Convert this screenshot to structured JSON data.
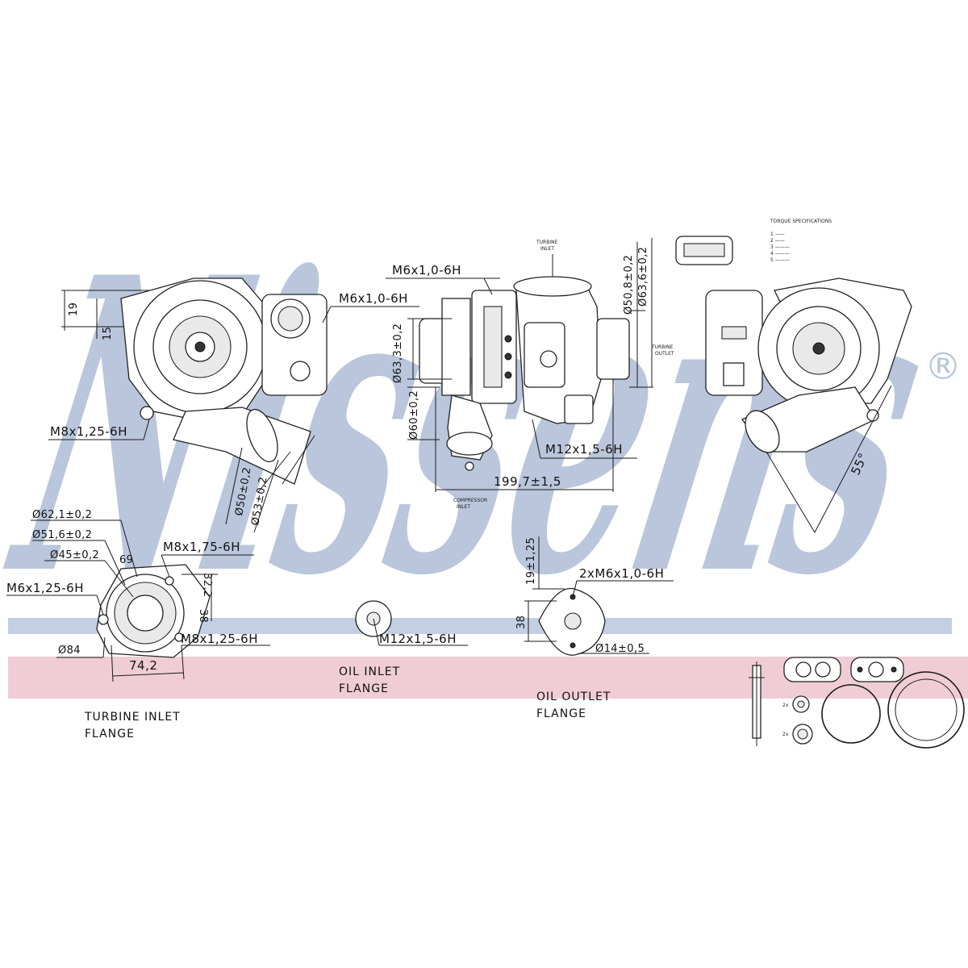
{
  "brand": {
    "logo_text": "Nissens",
    "registered_mark": "®",
    "logo_color": "#b9c6dc",
    "stripe_blue": "#c3cfe2",
    "stripe_pink": "#f0cdd4"
  },
  "top_view": {
    "dim_19": "19",
    "dim_15": "15",
    "thread_top": "M6x1,0-6H",
    "thread_bottom": "M8x1,25-6H",
    "dia_50": "Ø50±0,2",
    "dia_53": "Ø53±0,2"
  },
  "side_view": {
    "thread_top": "M6x1,0-6H",
    "dia_63_3": "Ø63,3±0,2",
    "dia_60": "Ø60±0,2",
    "dia_50_8": "Ø50,8±0,2",
    "dia_63_6": "Ø63,6±0,2",
    "thread_oil": "M12x1,5-6H",
    "length": "199,7±1,5"
  },
  "right_view": {
    "angle": "55°"
  },
  "turbine_flange": {
    "dia_62_1": "Ø62,1±0,2",
    "dia_51_6": "Ø51,6±0,2",
    "dia_45": "Ø45±0,2",
    "dim_69": "69",
    "thread_top": "M8x1,75-6H",
    "thread_left": "M6x1,25-6H",
    "dim_32_2": "32,2",
    "dim_38": "38",
    "thread_bottom": "M8x1,25-6H",
    "dia_84": "Ø84",
    "dim_74_2": "74,2",
    "caption_1": "TURBINE INLET",
    "caption_2": "FLANGE"
  },
  "oil_inlet": {
    "thread": "M12x1,5-6H",
    "caption_1": "OIL INLET",
    "caption_2": "FLANGE"
  },
  "oil_outlet": {
    "dim_19": "19±1,25",
    "thread": "2xM6x1,0-6H",
    "dim_38": "38",
    "dia_14": "Ø14±0,5",
    "caption_1": "OIL OUTLET",
    "caption_2": "FLANGE"
  },
  "kit": {
    "qty_a": "2x",
    "qty_b": "2x"
  }
}
